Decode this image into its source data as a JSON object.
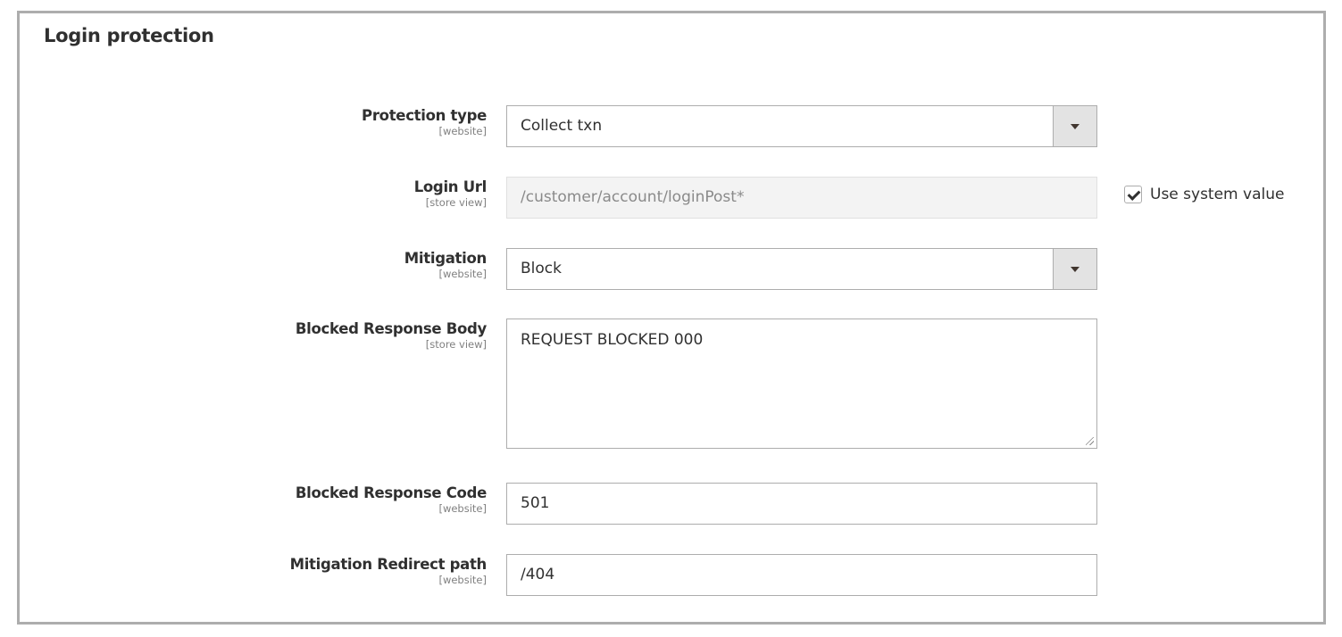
{
  "section": {
    "title": "Login protection"
  },
  "fields": [
    {
      "label": "Protection type",
      "scope": "[website]",
      "type": "select",
      "value": "Collect txn"
    },
    {
      "label": "Login Url",
      "scope": "[store view]",
      "type": "text",
      "value": "/customer/account/loginPost*",
      "disabled": true,
      "use_system_value": {
        "label": "Use system value",
        "checked": true
      }
    },
    {
      "label": "Mitigation",
      "scope": "[website]",
      "type": "select",
      "value": "Block"
    },
    {
      "label": "Blocked Response Body",
      "scope": "[store view]",
      "type": "textarea",
      "value": "REQUEST BLOCKED 000"
    },
    {
      "label": "Blocked Response Code",
      "scope": "[website]",
      "type": "text",
      "value": "501"
    },
    {
      "label": "Mitigation Redirect path",
      "scope": "[website]",
      "type": "text",
      "value": "/404"
    }
  ]
}
